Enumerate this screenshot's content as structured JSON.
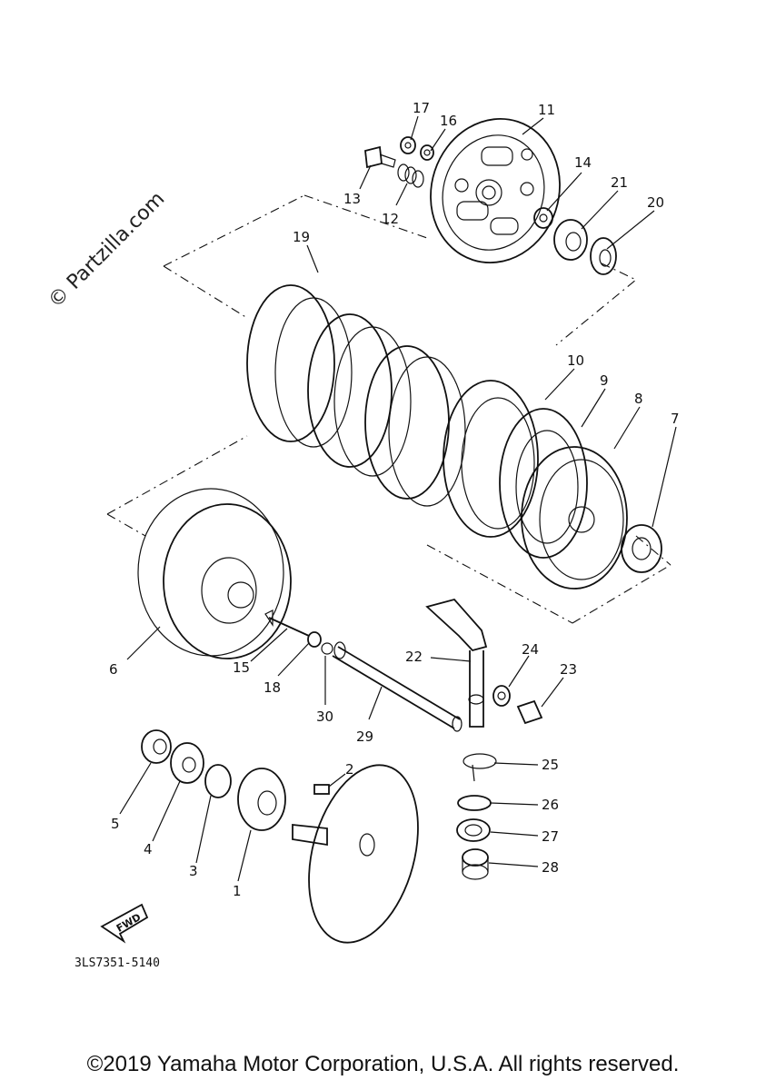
{
  "watermark": "© Partzilla.com",
  "part_code": "3LS7351-5140",
  "fwd_label": "FWD",
  "copyright": "©2019 Yamaha Motor Corporation, U.S.A. All rights reserved.",
  "labels": {
    "l1": "1",
    "l2": "2",
    "l3": "3",
    "l4": "4",
    "l5": "5",
    "l6": "6",
    "l7": "7",
    "l8": "8",
    "l9": "9",
    "l10": "10",
    "l11": "11",
    "l12": "12",
    "l13": "13",
    "l14": "14",
    "l15": "15",
    "l16": "16",
    "l17": "17",
    "l18": "18",
    "l19": "19",
    "l20": "20",
    "l21": "21",
    "l22": "22",
    "l23": "23",
    "l24": "24",
    "l25": "25",
    "l26": "26",
    "l27": "27",
    "l28": "28",
    "l29": "29",
    "l30": "30"
  }
}
